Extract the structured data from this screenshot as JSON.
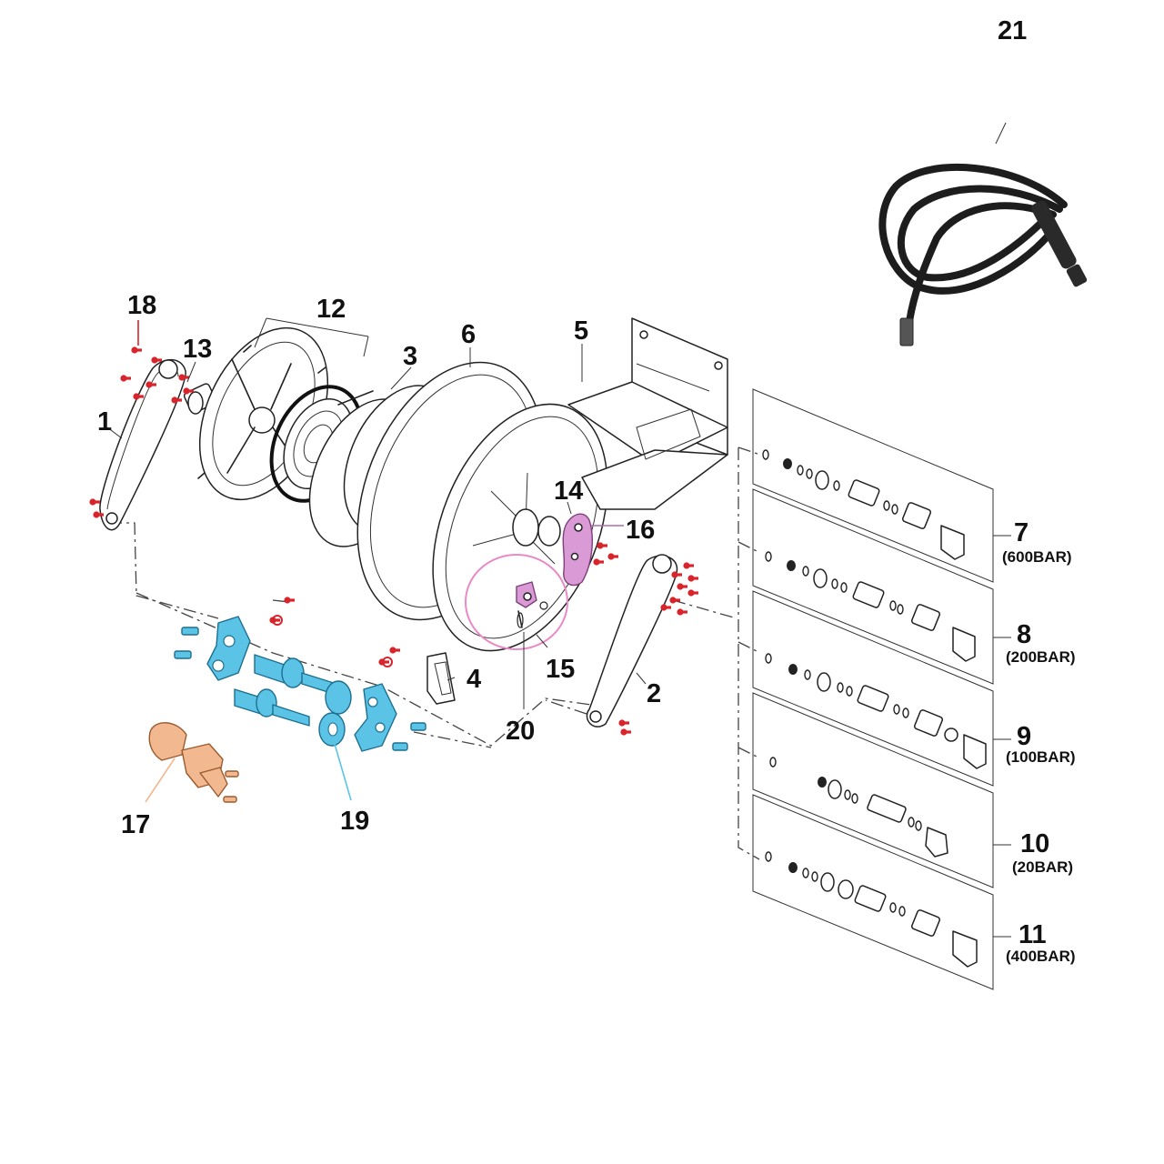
{
  "title": "Hose reel exploded parts diagram",
  "accent_colors": {
    "screws": "#d9242b",
    "assembly_19": "#5bc4e6",
    "assembly_16_20": "#d99ad6",
    "assembly_17": "#f2b890",
    "ring_20": "#e98ac6"
  },
  "callouts": {
    "p1": "1",
    "p2": "2",
    "p3": "3",
    "p4": "4",
    "p5": "5",
    "p6": "6",
    "p7": "7",
    "p8": "8",
    "p9": "9",
    "p10": "10",
    "p11": "11",
    "p12": "12",
    "p13": "13",
    "p14": "14",
    "p15": "15",
    "p16": "16",
    "p17": "17",
    "p18": "18",
    "p19": "19",
    "p20": "20",
    "p21": "21"
  },
  "swivel_kits": [
    {
      "number": "7",
      "pressure": "(600BAR)"
    },
    {
      "number": "8",
      "pressure": "(200BAR)"
    },
    {
      "number": "9",
      "pressure": "(100BAR)"
    },
    {
      "number": "10",
      "pressure": "(20BAR)"
    },
    {
      "number": "11",
      "pressure": "(400BAR)"
    }
  ]
}
